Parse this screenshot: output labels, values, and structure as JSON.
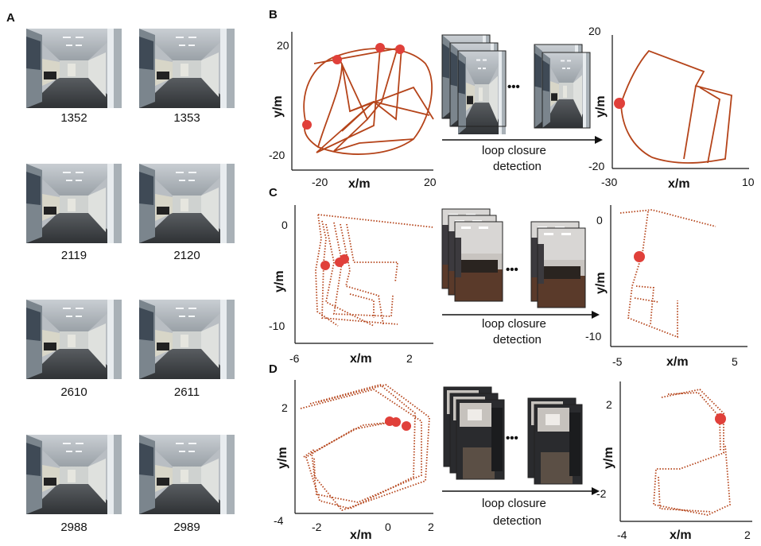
{
  "panel_labels": {
    "a": "A",
    "b": "B",
    "c": "C",
    "d": "D"
  },
  "frames_a": [
    {
      "left": "1352",
      "right": "1353"
    },
    {
      "left": "2119",
      "right": "2120"
    },
    {
      "left": "2610",
      "right": "2611"
    },
    {
      "left": "2988",
      "right": "2989"
    }
  ],
  "ellipsis": "•••",
  "arrow_label_line1": "loop closure",
  "arrow_label_line2": "detection",
  "axis": {
    "x": "x/m",
    "y": "y/m"
  },
  "colors": {
    "trajectory": "#b5441a",
    "marker": "#e0403a",
    "frame_border": "#222222"
  },
  "panel_b": {
    "left_plot": {
      "x_ticks": [
        "-20",
        "20"
      ],
      "y_ticks": [
        "20",
        "-20"
      ]
    },
    "right_plot": {
      "x_ticks": [
        "-30",
        "10"
      ],
      "y_ticks": [
        "20",
        "-20"
      ]
    }
  },
  "panel_c": {
    "left_plot": {
      "x_ticks": [
        "-6",
        "2"
      ],
      "y_ticks": [
        "0",
        "-10"
      ]
    },
    "right_plot": {
      "x_ticks": [
        "-5",
        "5"
      ],
      "y_ticks": [
        "0",
        "-10"
      ]
    }
  },
  "panel_d": {
    "left_plot": {
      "x_ticks": [
        "-2",
        "0",
        "2"
      ],
      "y_ticks": [
        "2",
        "-4"
      ]
    },
    "right_plot": {
      "x_ticks": [
        "-4",
        "2"
      ],
      "y_ticks": [
        "2",
        "-2"
      ]
    }
  }
}
